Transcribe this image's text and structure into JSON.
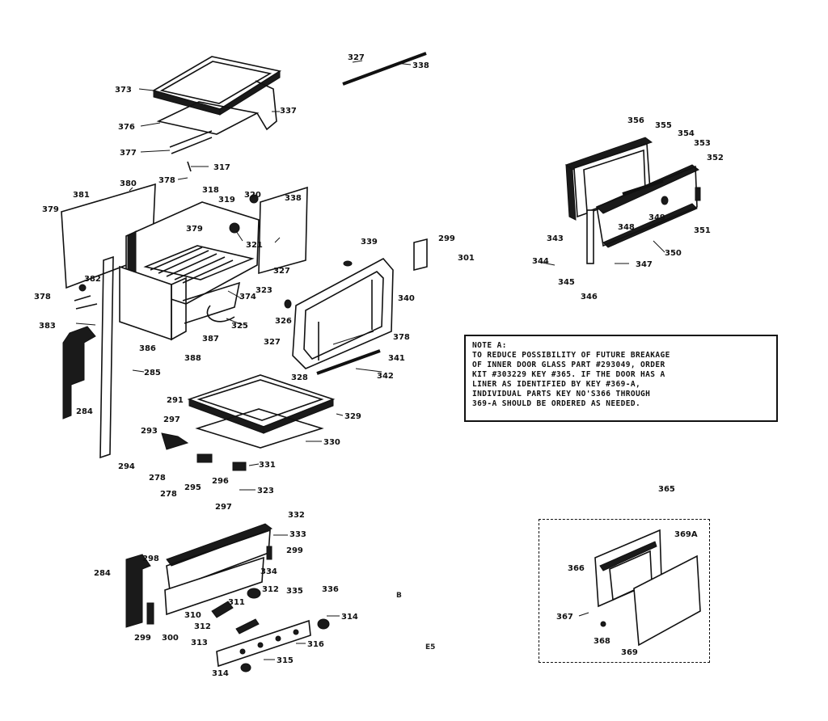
{
  "diagram": {
    "labels": {
      "p373": "373",
      "p337a": "337",
      "p376": "376",
      "p377": "377",
      "p317": "317",
      "p378a": "378",
      "p380": "380",
      "p381": "381",
      "p379a": "379",
      "p318": "318",
      "p319": "319",
      "p320": "320",
      "p338": "338",
      "p379b": "379",
      "p321": "321",
      "p327a": "327",
      "p323a": "323",
      "p374": "374",
      "p325": "325",
      "p382": "382",
      "p378b": "378",
      "p383": "383",
      "p386": "386",
      "p388": "388",
      "p387": "387",
      "p285": "285",
      "p284a": "284",
      "p327c": "327",
      "p338b": "338",
      "p339": "339",
      "p299a": "299",
      "p301": "301",
      "p340": "340",
      "p326": "326",
      "p327b": "327",
      "p378c": "378",
      "p341": "341",
      "p328": "328",
      "p342": "342",
      "p291": "291",
      "p297a": "297",
      "p329": "329",
      "p330": "330",
      "p293": "293",
      "p294": "294",
      "p278a": "278",
      "p278b": "278",
      "p295": "295",
      "p296": "296",
      "p331": "331",
      "p323b": "323",
      "p297b": "297",
      "p332": "332",
      "p333": "333",
      "p298": "298",
      "p299b": "299",
      "p284b": "284",
      "p334": "334",
      "p312a": "312",
      "p335": "335",
      "p336": "336",
      "p310": "310",
      "p311": "311",
      "p312b": "312",
      "p313": "313",
      "p314a": "314",
      "p314b": "314",
      "p316": "316",
      "p315": "315",
      "p299c": "299",
      "p300": "300",
      "p356": "356",
      "p355": "355",
      "p354": "354",
      "p353": "353",
      "p352": "352",
      "p348": "348",
      "p349": "349",
      "p351": "351",
      "p343": "343",
      "p350": "350",
      "p344": "344",
      "p345": "345",
      "p347": "347",
      "p346": "346",
      "p365": "365",
      "p369a": "369A",
      "p366": "366",
      "p367": "367",
      "p368": "368",
      "p369": "369"
    },
    "note": {
      "lines": [
        "NOTE A:",
        "TO REDUCE POSSIBILITY OF FUTURE BREAKAGE",
        "OF INNER DOOR GLASS PART #293049, ORDER",
        "KIT #303229 KEY #365. IF THE DOOR HAS A",
        "LINER AS IDENTIFIED BY KEY #369-A,",
        "INDIVIDUAL PARTS KEY NO'S366 THROUGH",
        "369-A SHOULD BE ORDERED AS NEEDED."
      ]
    },
    "page_marks": {
      "mark_a": "B",
      "mark_b": "E5"
    }
  }
}
